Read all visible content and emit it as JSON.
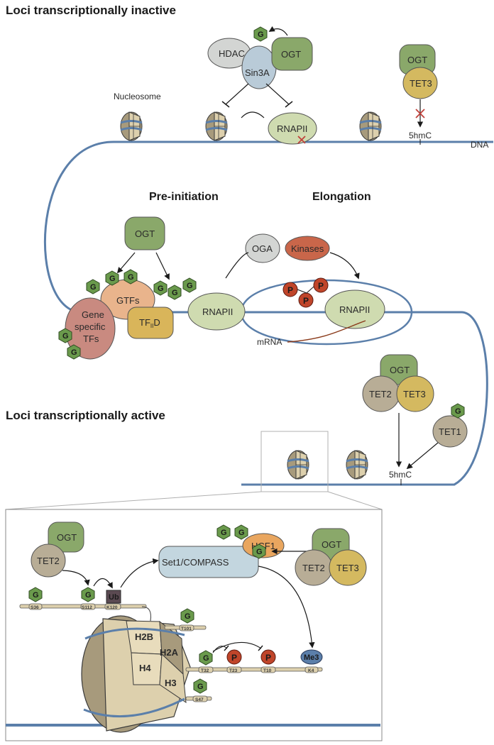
{
  "headers": {
    "inactive": "Loci transcriptionally inactive",
    "active": "Loci transcriptionally active",
    "preinitiation": "Pre-initiation",
    "elongation": "Elongation"
  },
  "labels": {
    "nucleosome": "Nucleosome",
    "dna": "DNA",
    "hmc_top": "5hmC",
    "hmc_bottom": "5hmC",
    "mrna": "mRNA"
  },
  "proteins": {
    "hdac": "HDAC",
    "sin3a": "Sin3A",
    "ogt": "OGT",
    "tet3": "TET3",
    "tet2": "TET2",
    "tet1": "TET1",
    "rnapii": "RNAPII",
    "oga": "OGA",
    "kinases": "Kinases",
    "gtfs": "GTFs",
    "gene_tf_1": "Gene",
    "gene_tf_2": "specific",
    "gene_tf_3": "TFs",
    "tfiid_main": "TF",
    "tfiid_sub": "II",
    "tfiid_end": "D",
    "hcf1": "HCF1",
    "set1": "Set1/COMPASS"
  },
  "marks": {
    "glcnac": "G",
    "phospho": "P",
    "ubiquitin": "Ub",
    "methyl": "Me3"
  },
  "histones": {
    "h2b": "H2B",
    "h2a": "H2A",
    "h4": "H4",
    "h3": "H3"
  },
  "sites": {
    "s36": "S36",
    "s112": "S112",
    "k120": "K120",
    "t101": "T101",
    "t32": "T32",
    "t23": "T23",
    "t10": "T10",
    "k4": "K4",
    "s47": "S47"
  },
  "colors": {
    "ogt": "#8aa86a",
    "tet": "#b8ad96",
    "tet3": "#d4b960",
    "hdac": "#d3d5d3",
    "sin3a": "#b9cbd8",
    "rnapii": "#cfdbb0",
    "glcnac": "#6a9a4c",
    "phospho": "#c0452a",
    "gtfs": "#e9b48c",
    "genetf": "#c98a80",
    "tfiid": "#d9b55a",
    "kinases": "#c9664a",
    "dna": "#5b7faa",
    "hcf1": "#e9a65f",
    "set1": "#c3d6df"
  }
}
